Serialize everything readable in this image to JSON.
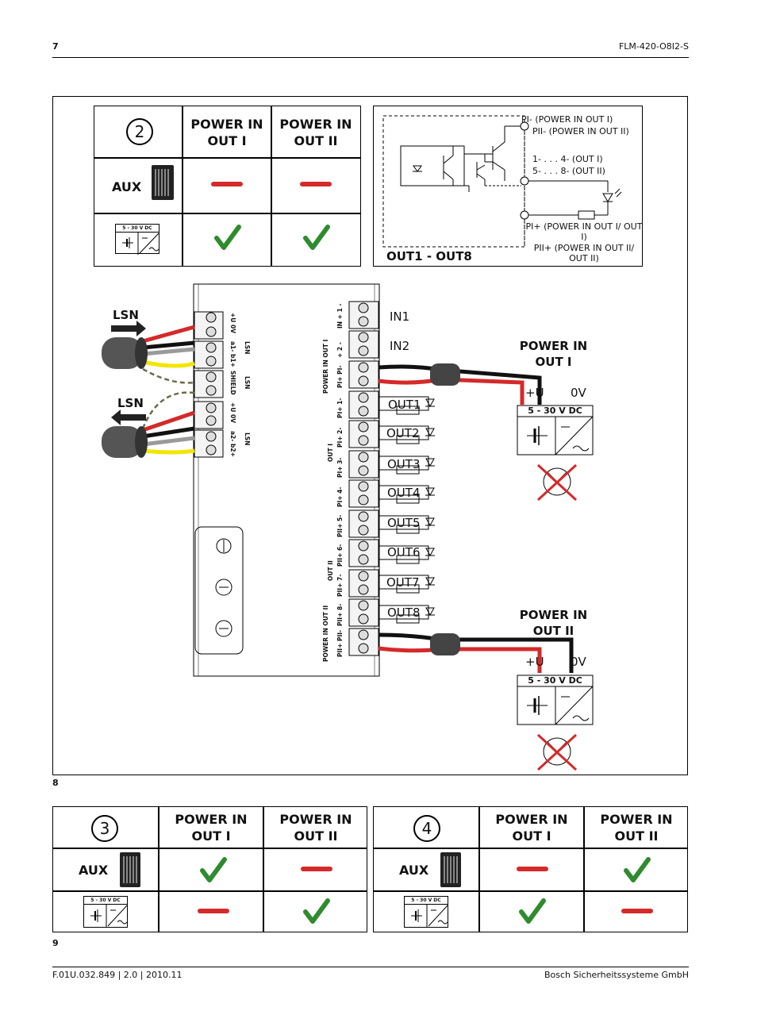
{
  "header": {
    "page_number": "7",
    "doc_title": "FLM-420-O8I2-S"
  },
  "figure_labels": {
    "fig8": "8",
    "fig9": "9"
  },
  "table_common": {
    "col1": "POWER  IN OUT I",
    "col2": "POWER  IN OUT II",
    "aux_label": "AUX",
    "psu_label": "5 - 30 V DC"
  },
  "tables": [
    {
      "number": "2",
      "aux": [
        "dash",
        "dash"
      ],
      "psu": [
        "check",
        "check"
      ]
    },
    {
      "number": "3",
      "aux": [
        "check",
        "dash"
      ],
      "psu": [
        "dash",
        "check"
      ]
    },
    {
      "number": "4",
      "aux": [
        "dash",
        "check"
      ],
      "psu": [
        "check",
        "dash"
      ]
    }
  ],
  "schematic": {
    "pi_minus": "PI- (POWER IN OUT I)",
    "pii_minus": "PII- (POWER IN OUT II)",
    "outs_1_4": "1- . . . 4- (OUT I)",
    "outs_5_8": "5- . . . 8- (OUT II)",
    "pi_plus": "PI+ (POWER IN OUT I/ OUT I)",
    "pii_plus": "PII+ (POWER IN OUT II/ OUT II)",
    "caption": "OUT1 - OUT8"
  },
  "wiring": {
    "lsn_label": "LSN",
    "in1": "IN1",
    "in2": "IN2",
    "outputs": [
      "OUT1",
      "OUT2",
      "OUT3",
      "OUT4",
      "OUT5",
      "OUT6",
      "OUT7",
      "OUT8"
    ],
    "power_in_out_1": "POWER IN OUT I",
    "power_in_out_2": "POWER  IN OUT II",
    "plus_u": "+U",
    "zero_v": "0V",
    "psu_label": "5 - 30 V DC",
    "left_terminals": [
      "+U  0V",
      "a1- b1+",
      "SHIELD",
      "+U  0V",
      "a2- b2+"
    ],
    "left_group_labels": [
      "LSN",
      "LSN",
      "LSN"
    ],
    "right_terminals": [
      "IN + 1 -",
      "+ 2 -",
      "PI+ PI-",
      "PI+ 1-",
      "PI+ 2-",
      "PI+ 3-",
      "PI+ 4-",
      "PII+ 5-",
      "PII+ 6-",
      "PII+ 7-",
      "PII+ 8-",
      "PII+ PII-"
    ],
    "right_group_labels": [
      "POWER IN OUT I",
      "OUT I",
      "OUT II",
      "POWER IN OUT II"
    ]
  },
  "footer": {
    "doc_ref": "F.01U.032.849 | 2.0 | 2010.11",
    "company": "Bosch Sicherheitssysteme GmbH"
  },
  "colors": {
    "red": "#d42a2a",
    "green": "#2e8b2e",
    "yellow": "#f2e600",
    "grey_wire": "#9a9a9a",
    "shield": "#6b6b4a"
  }
}
